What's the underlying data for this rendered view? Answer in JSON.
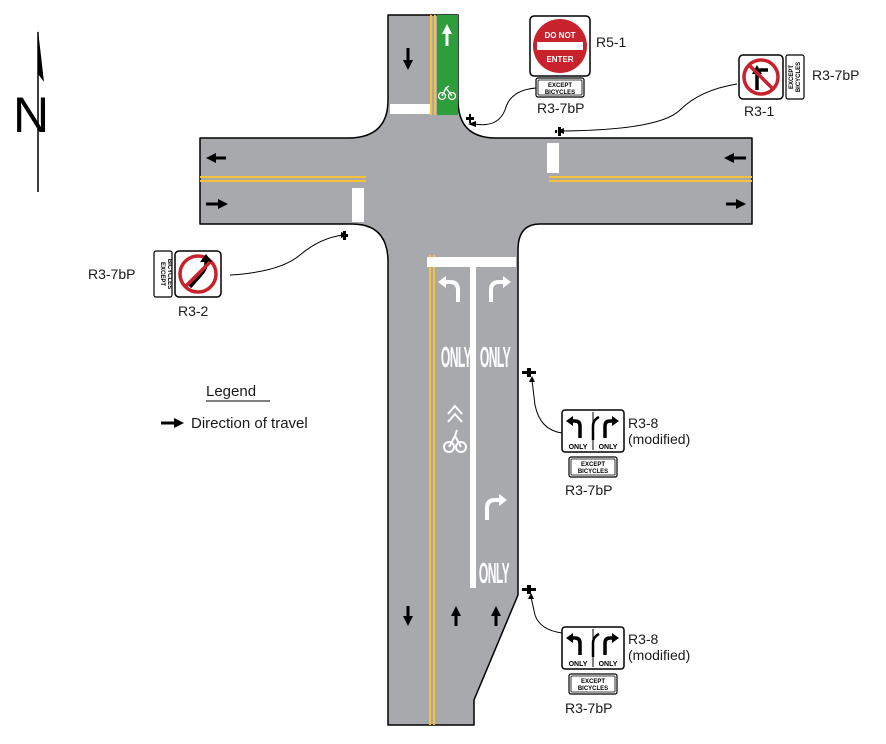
{
  "north_label": "N",
  "legend": {
    "title": "Legend",
    "arrow_label": "Direction of travel"
  },
  "pavement_marking": {
    "only": "ONLY"
  },
  "signs": {
    "r5_1": {
      "code": "R5-1",
      "line1": "DO NOT",
      "line2": "ENTER"
    },
    "except_bicycles": {
      "line1": "EXCEPT",
      "line2": "BICYCLES"
    },
    "r3_7bp": "R3-7bP",
    "r3_1": "R3-1",
    "r3_2": "R3-2",
    "r3_8": {
      "code": "R3-8",
      "note": "(modified)",
      "only": "ONLY"
    }
  },
  "colors": {
    "road": "#a7a9ac",
    "yellow": "#f5c23a",
    "bike_lane": "#2e9e3c",
    "sign_red": "#c8232c"
  }
}
